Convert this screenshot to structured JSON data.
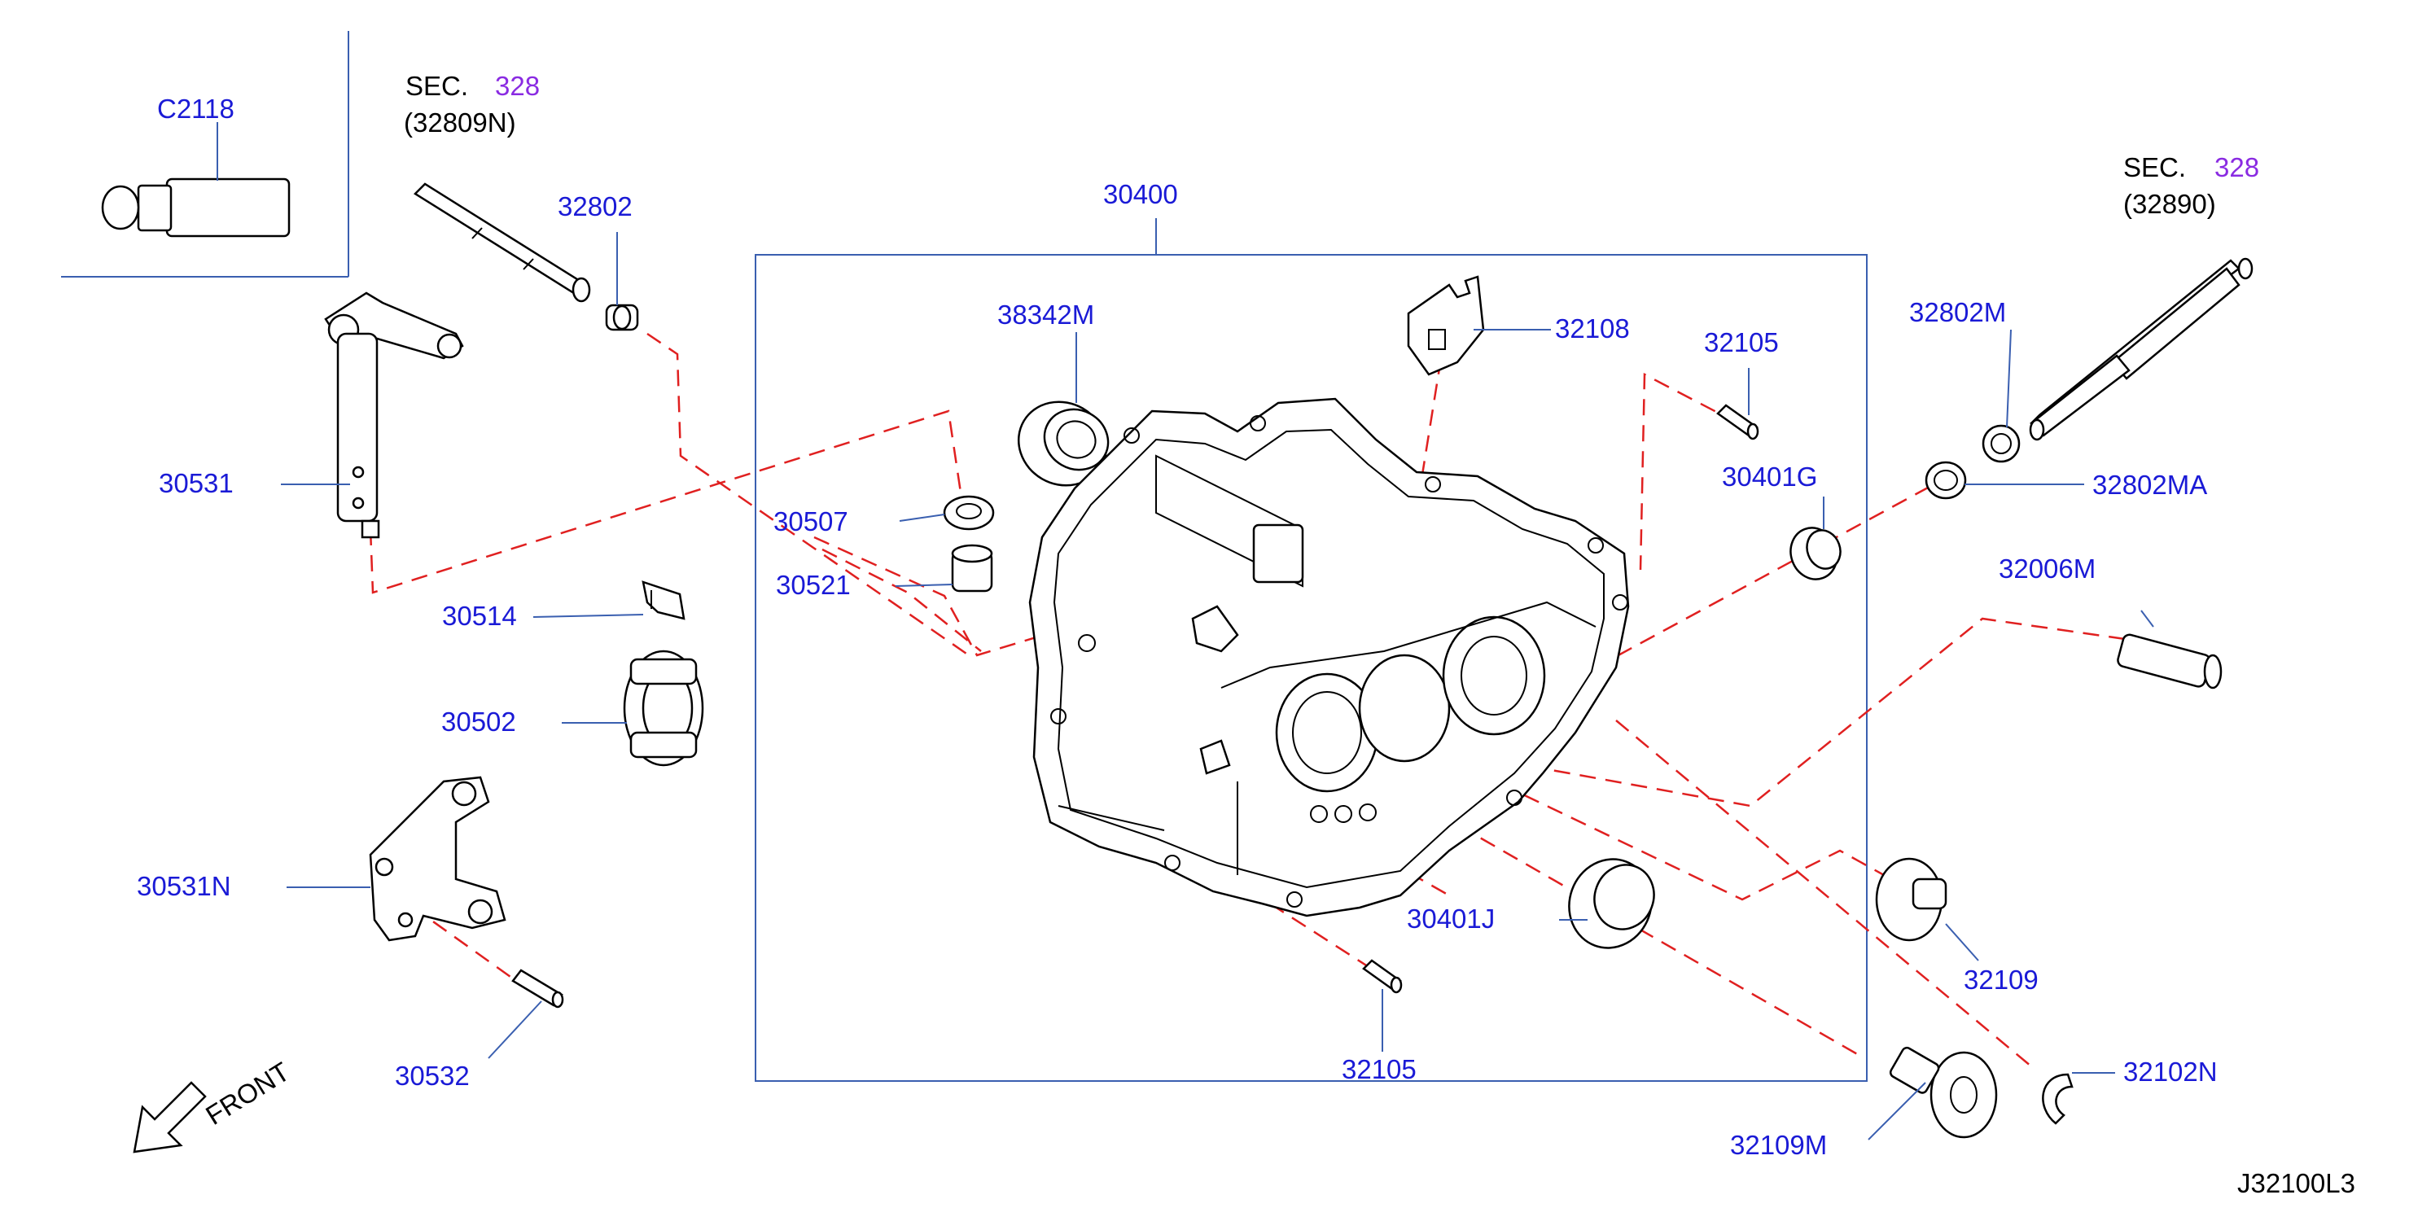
{
  "diagram_ref": "J32100L3",
  "front_label": "FRONT",
  "sec_refs": [
    {
      "prefix": "SEC.",
      "number": "328",
      "sub": "(32809N)"
    },
    {
      "prefix": "SEC.",
      "number": "328",
      "sub": "(32890)"
    }
  ],
  "parts": {
    "c2118": "C2118",
    "p30400": "30400",
    "p32802": "32802",
    "p30531": "30531",
    "p30507": "30507",
    "p30521": "30521",
    "p30514": "30514",
    "p30502": "30502",
    "p30531n": "30531N",
    "p30532": "30532",
    "p38342m": "38342M",
    "p32108": "32108",
    "p32105_top": "32105",
    "p30401g": "30401G",
    "p32802m": "32802M",
    "p32802ma": "32802MA",
    "p32006m": "32006M",
    "p30401j": "30401J",
    "p32105_bottom": "32105",
    "p32109": "32109",
    "p32109m": "32109M",
    "p32102n": "32102N"
  },
  "colors": {
    "part_label": "#1a1ad6",
    "section_number": "#8a2be2",
    "leader_line": "#3a5fb0",
    "dashed_line": "#e02020",
    "outline": "#000000"
  }
}
